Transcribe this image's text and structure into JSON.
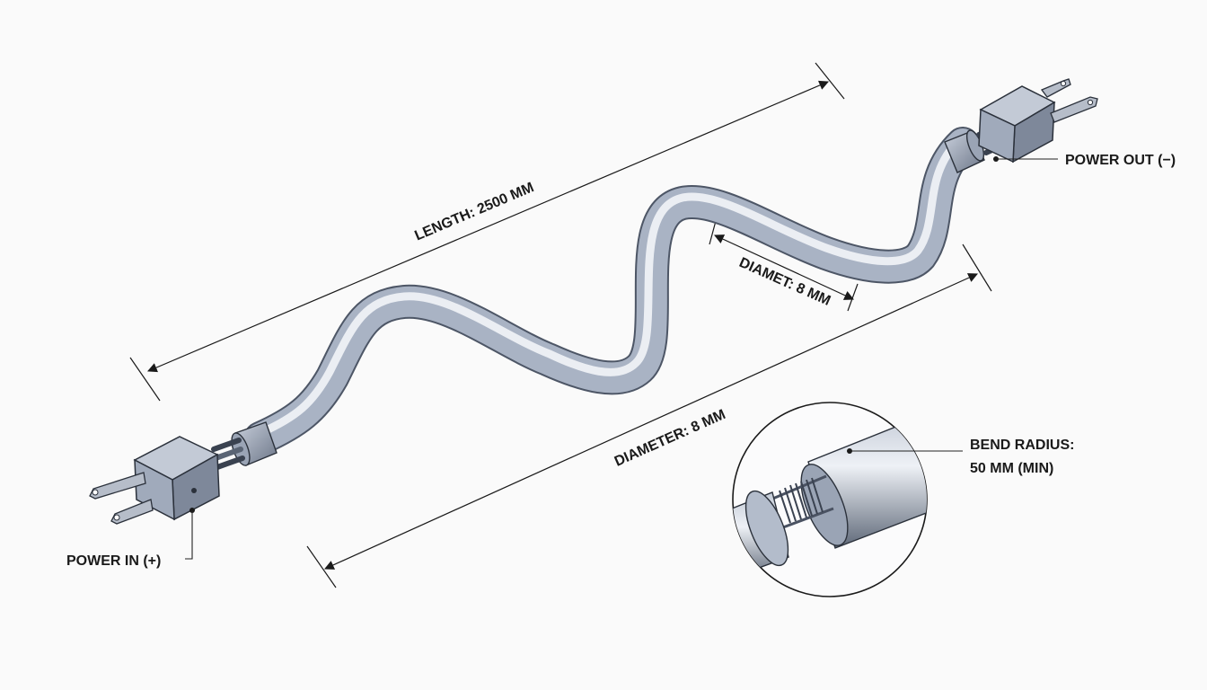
{
  "labels": {
    "length": "LENGTH: 2500 MM",
    "diameter_upper": "DIAMET: 8 MM",
    "diameter_lower": "DIAMETER: 8 MM",
    "power_in": "POWER IN (+)",
    "power_out": "POWER OUT (−)",
    "bend_radius_line1": "BEND RADIUS:",
    "bend_radius_line2": "50 MM (MIN)"
  },
  "colors": {
    "background": "#fafafa",
    "tube_light": "#eef1f6",
    "tube_mid": "#a9b3c4",
    "tube_dark": "#5e6878",
    "connector": "#8d97a8",
    "line": "#1a1a1a"
  }
}
